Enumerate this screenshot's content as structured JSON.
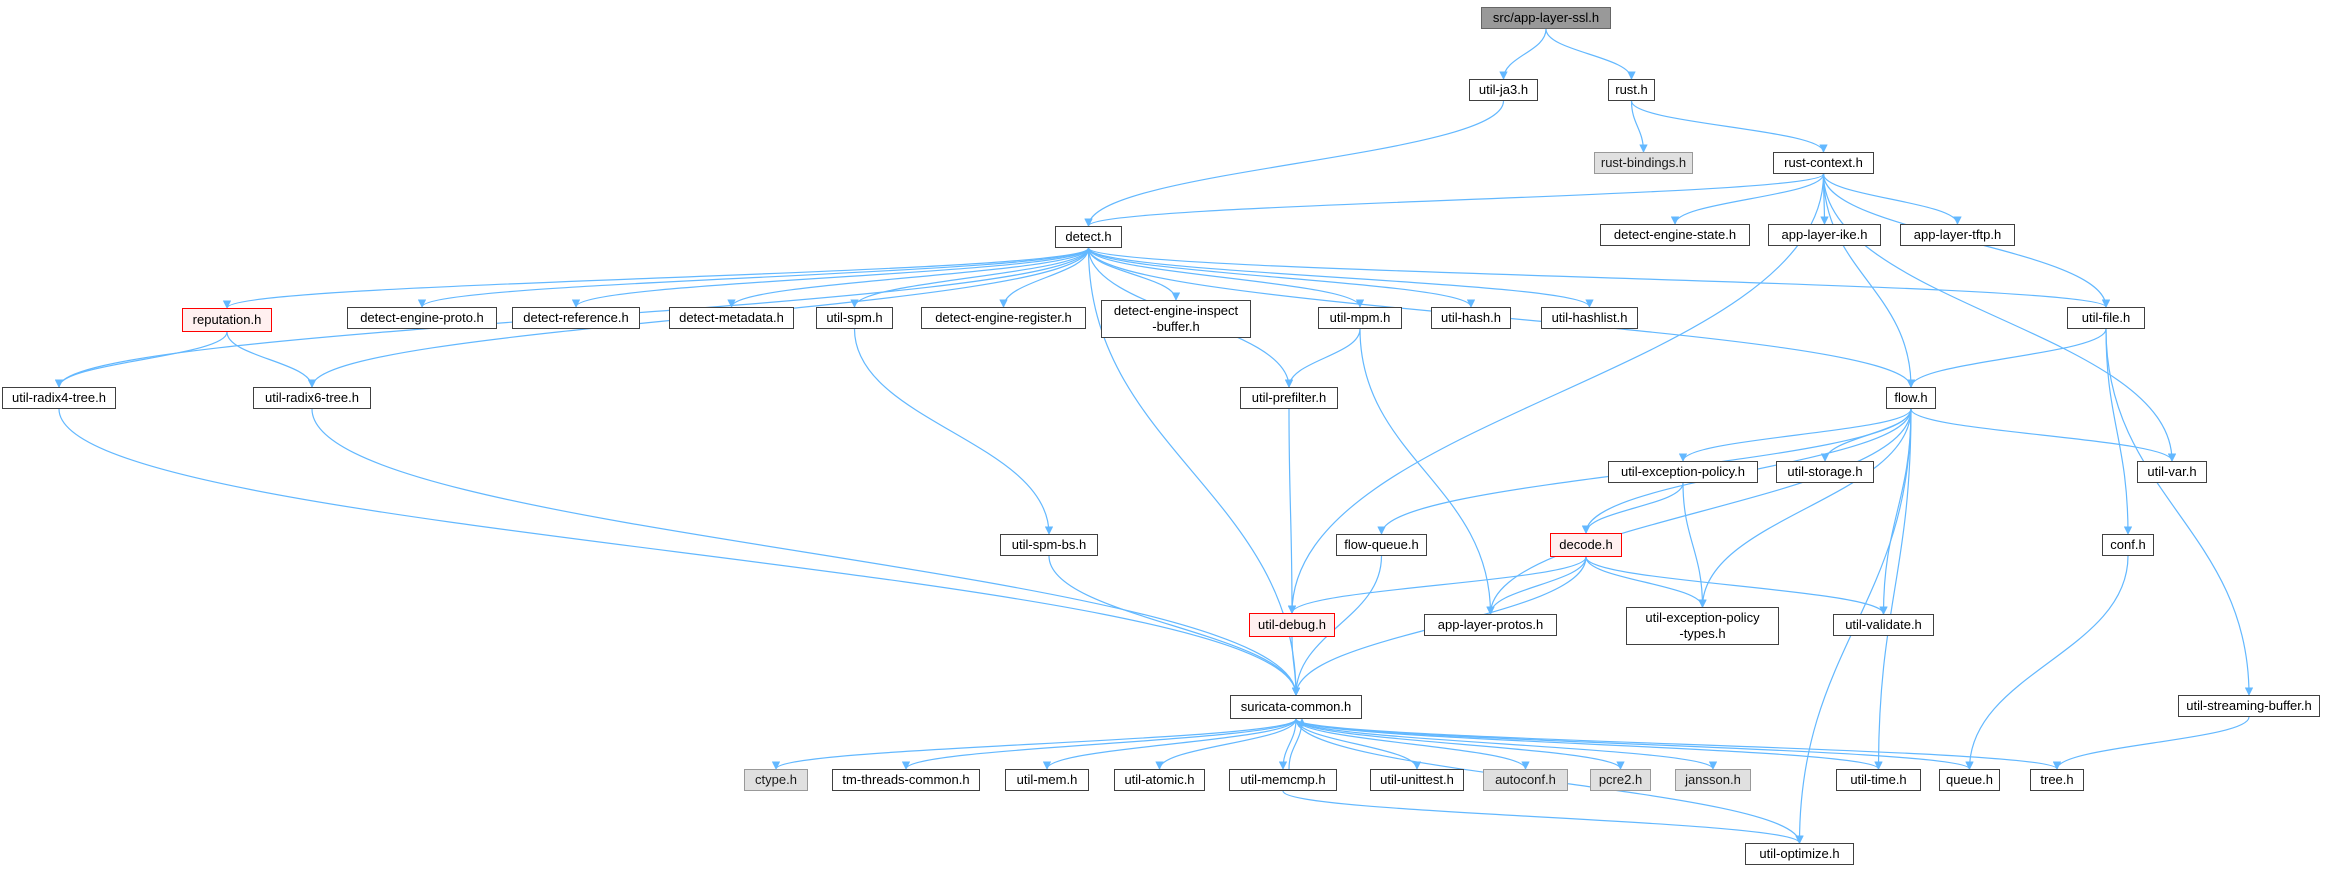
{
  "graph": {
    "edge_color": "#63b8ff",
    "nodes": [
      {
        "id": "app_layer_ssl",
        "label": "src/app-layer-ssl.h",
        "kind": "root"
      },
      {
        "id": "util_ja3",
        "label": "util-ja3.h",
        "kind": "normal"
      },
      {
        "id": "rust",
        "label": "rust.h",
        "kind": "normal"
      },
      {
        "id": "rust_bindings",
        "label": "rust-bindings.h",
        "kind": "external"
      },
      {
        "id": "rust_context",
        "label": "rust-context.h",
        "kind": "normal"
      },
      {
        "id": "detect",
        "label": "detect.h",
        "kind": "normal"
      },
      {
        "id": "detect_engine_state",
        "label": "detect-engine-state.h",
        "kind": "normal"
      },
      {
        "id": "app_layer_ike",
        "label": "app-layer-ike.h",
        "kind": "normal"
      },
      {
        "id": "app_layer_tftp",
        "label": "app-layer-tftp.h",
        "kind": "normal"
      },
      {
        "id": "reputation",
        "label": "reputation.h",
        "kind": "flagged"
      },
      {
        "id": "detect_engine_proto",
        "label": "detect-engine-proto.h",
        "kind": "normal"
      },
      {
        "id": "detect_reference",
        "label": "detect-reference.h",
        "kind": "normal"
      },
      {
        "id": "detect_metadata",
        "label": "detect-metadata.h",
        "kind": "normal"
      },
      {
        "id": "util_spm",
        "label": "util-spm.h",
        "kind": "normal"
      },
      {
        "id": "detect_engine_register",
        "label": "detect-engine-register.h",
        "kind": "normal"
      },
      {
        "id": "detect_engine_inspect_buffer",
        "label": "detect-engine-inspect\n-buffer.h",
        "kind": "normal"
      },
      {
        "id": "util_mpm",
        "label": "util-mpm.h",
        "kind": "normal"
      },
      {
        "id": "util_hash",
        "label": "util-hash.h",
        "kind": "normal"
      },
      {
        "id": "util_hashlist",
        "label": "util-hashlist.h",
        "kind": "normal"
      },
      {
        "id": "util_file",
        "label": "util-file.h",
        "kind": "normal"
      },
      {
        "id": "util_radix4_tree",
        "label": "util-radix4-tree.h",
        "kind": "normal"
      },
      {
        "id": "util_radix6_tree",
        "label": "util-radix6-tree.h",
        "kind": "normal"
      },
      {
        "id": "util_prefilter",
        "label": "util-prefilter.h",
        "kind": "normal"
      },
      {
        "id": "flow",
        "label": "flow.h",
        "kind": "normal"
      },
      {
        "id": "util_exception_policy",
        "label": "util-exception-policy.h",
        "kind": "normal"
      },
      {
        "id": "util_storage",
        "label": "util-storage.h",
        "kind": "normal"
      },
      {
        "id": "util_var",
        "label": "util-var.h",
        "kind": "normal"
      },
      {
        "id": "util_spm_bs",
        "label": "util-spm-bs.h",
        "kind": "normal"
      },
      {
        "id": "flow_queue",
        "label": "flow-queue.h",
        "kind": "normal"
      },
      {
        "id": "decode",
        "label": "decode.h",
        "kind": "flagged"
      },
      {
        "id": "conf",
        "label": "conf.h",
        "kind": "normal"
      },
      {
        "id": "util_debug",
        "label": "util-debug.h",
        "kind": "flagged"
      },
      {
        "id": "app_layer_protos",
        "label": "app-layer-protos.h",
        "kind": "normal"
      },
      {
        "id": "util_exception_policy_types",
        "label": "util-exception-policy\n-types.h",
        "kind": "normal"
      },
      {
        "id": "util_validate",
        "label": "util-validate.h",
        "kind": "normal"
      },
      {
        "id": "suricata_common",
        "label": "suricata-common.h",
        "kind": "normal"
      },
      {
        "id": "util_streaming_buffer",
        "label": "util-streaming-buffer.h",
        "kind": "normal"
      },
      {
        "id": "ctype",
        "label": "ctype.h",
        "kind": "external"
      },
      {
        "id": "tm_threads_common",
        "label": "tm-threads-common.h",
        "kind": "normal"
      },
      {
        "id": "util_mem",
        "label": "util-mem.h",
        "kind": "normal"
      },
      {
        "id": "util_atomic",
        "label": "util-atomic.h",
        "kind": "normal"
      },
      {
        "id": "util_memcmp",
        "label": "util-memcmp.h",
        "kind": "normal"
      },
      {
        "id": "util_unittest",
        "label": "util-unittest.h",
        "kind": "normal"
      },
      {
        "id": "autoconf",
        "label": "autoconf.h",
        "kind": "external"
      },
      {
        "id": "pcre2",
        "label": "pcre2.h",
        "kind": "external"
      },
      {
        "id": "jansson",
        "label": "jansson.h",
        "kind": "external"
      },
      {
        "id": "util_time",
        "label": "util-time.h",
        "kind": "normal"
      },
      {
        "id": "queue",
        "label": "queue.h",
        "kind": "normal"
      },
      {
        "id": "tree",
        "label": "tree.h",
        "kind": "normal"
      },
      {
        "id": "util_optimize",
        "label": "util-optimize.h",
        "kind": "normal"
      }
    ],
    "edges": [
      [
        "app_layer_ssl",
        "util_ja3"
      ],
      [
        "app_layer_ssl",
        "rust"
      ],
      [
        "util_ja3",
        "detect"
      ],
      [
        "rust",
        "rust_bindings"
      ],
      [
        "rust",
        "rust_context"
      ],
      [
        "rust_context",
        "detect"
      ],
      [
        "rust_context",
        "detect_engine_state"
      ],
      [
        "rust_context",
        "app_layer_ike"
      ],
      [
        "rust_context",
        "app_layer_tftp"
      ],
      [
        "rust_context",
        "util_file"
      ],
      [
        "rust_context",
        "flow"
      ],
      [
        "rust_context",
        "util_var"
      ],
      [
        "rust_context",
        "util_debug"
      ],
      [
        "detect",
        "reputation"
      ],
      [
        "detect",
        "detect_engine_proto"
      ],
      [
        "detect",
        "detect_reference"
      ],
      [
        "detect",
        "detect_metadata"
      ],
      [
        "detect",
        "util_spm"
      ],
      [
        "detect",
        "detect_engine_register"
      ],
      [
        "detect",
        "detect_engine_inspect_buffer"
      ],
      [
        "detect",
        "util_mpm"
      ],
      [
        "detect",
        "util_hash"
      ],
      [
        "detect",
        "util_hashlist"
      ],
      [
        "detect",
        "util_file"
      ],
      [
        "detect",
        "util_radix4_tree"
      ],
      [
        "detect",
        "util_radix6_tree"
      ],
      [
        "detect",
        "util_prefilter"
      ],
      [
        "detect",
        "flow"
      ],
      [
        "detect",
        "suricata_common"
      ],
      [
        "reputation",
        "util_radix4_tree"
      ],
      [
        "reputation",
        "util_radix6_tree"
      ],
      [
        "util_spm",
        "util_spm_bs"
      ],
      [
        "util_mpm",
        "util_prefilter"
      ],
      [
        "util_mpm",
        "app_layer_protos"
      ],
      [
        "util_file",
        "flow"
      ],
      [
        "util_file",
        "conf"
      ],
      [
        "util_file",
        "util_streaming_buffer"
      ],
      [
        "util_radix4_tree",
        "suricata_common"
      ],
      [
        "util_radix6_tree",
        "suricata_common"
      ],
      [
        "util_prefilter",
        "util_debug"
      ],
      [
        "flow",
        "util_exception_policy"
      ],
      [
        "flow",
        "util_storage"
      ],
      [
        "flow",
        "util_var"
      ],
      [
        "flow",
        "flow_queue"
      ],
      [
        "flow",
        "decode"
      ],
      [
        "flow",
        "app_layer_protos"
      ],
      [
        "flow",
        "util_exception_policy_types"
      ],
      [
        "flow",
        "util_validate"
      ],
      [
        "flow",
        "util_time"
      ],
      [
        "flow",
        "util_optimize"
      ],
      [
        "util_exception_policy",
        "decode"
      ],
      [
        "util_exception_policy",
        "util_exception_policy_types"
      ],
      [
        "util_spm_bs",
        "suricata_common"
      ],
      [
        "flow_queue",
        "suricata_common"
      ],
      [
        "decode",
        "util_debug"
      ],
      [
        "decode",
        "app_layer_protos"
      ],
      [
        "decode",
        "util_exception_policy_types"
      ],
      [
        "decode",
        "util_validate"
      ],
      [
        "decode",
        "suricata_common"
      ],
      [
        "conf",
        "queue"
      ],
      [
        "util_debug",
        "suricata_common"
      ],
      [
        "util_streaming_buffer",
        "tree"
      ],
      [
        "suricata_common",
        "ctype"
      ],
      [
        "suricata_common",
        "tm_threads_common"
      ],
      [
        "suricata_common",
        "util_mem"
      ],
      [
        "suricata_common",
        "util_atomic"
      ],
      [
        "suricata_common",
        "util_memcmp"
      ],
      [
        "suricata_common",
        "util_unittest"
      ],
      [
        "suricata_common",
        "autoconf"
      ],
      [
        "suricata_common",
        "pcre2"
      ],
      [
        "suricata_common",
        "jansson"
      ],
      [
        "suricata_common",
        "util_time"
      ],
      [
        "suricata_common",
        "queue"
      ],
      [
        "suricata_common",
        "tree"
      ],
      [
        "suricata_common",
        "util_optimize"
      ],
      [
        "util_memcmp",
        "suricata_common"
      ],
      [
        "util_memcmp",
        "util_optimize"
      ]
    ]
  }
}
